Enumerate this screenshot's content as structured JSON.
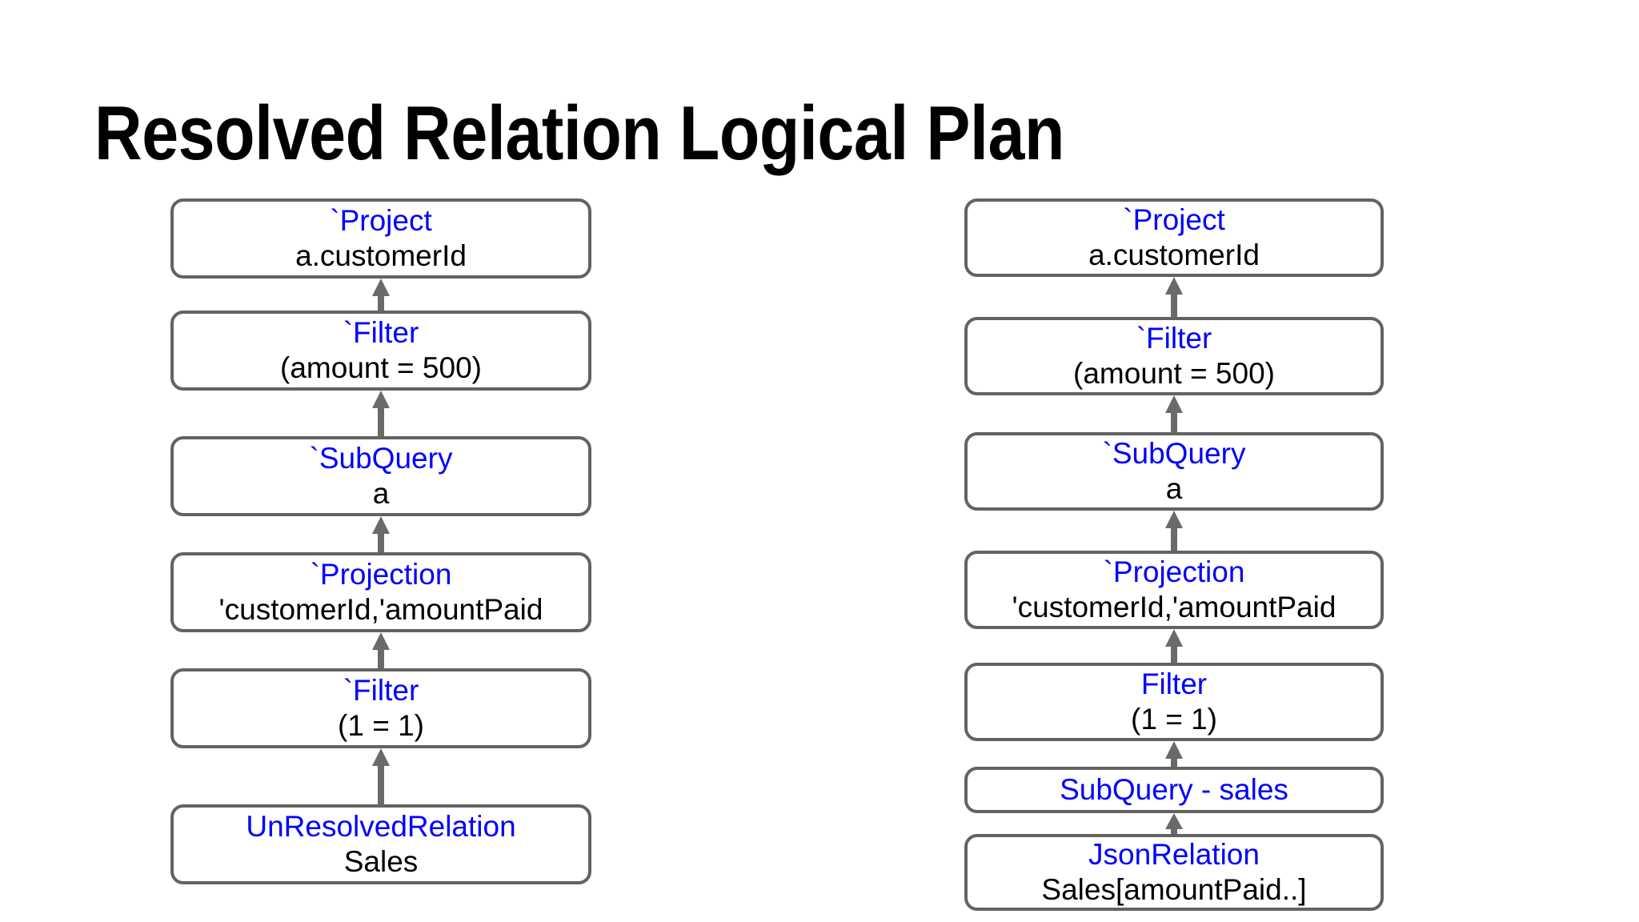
{
  "slide": {
    "title": "Resolved Relation Logical Plan",
    "background_color": "#ffffff"
  },
  "theme": {
    "node_border_color": "#636363",
    "node_name_color": "#0000ff",
    "node_detail_color": "#000000",
    "arrow_color": "#6a6a6a",
    "title_color": "#000000"
  },
  "diagram": {
    "type": "tree",
    "direction": "bottom-up",
    "arrow_icon": "arrow-up-icon",
    "columns": [
      {
        "id": "left",
        "name": "unresolved-plan-column",
        "nodes": [
          {
            "name": "`Project",
            "detail": "a.customerId"
          },
          {
            "name": "`Filter",
            "detail": "(amount = 500)"
          },
          {
            "name": "`SubQuery",
            "detail": "a"
          },
          {
            "name": "`Projection",
            "detail": "'customerId,'amountPaid"
          },
          {
            "name": "`Filter",
            "detail": "(1 = 1)"
          },
          {
            "name": "UnResolvedRelation",
            "detail": "Sales"
          }
        ]
      },
      {
        "id": "right",
        "name": "resolved-plan-column",
        "nodes": [
          {
            "name": "`Project",
            "detail": "a.customerId"
          },
          {
            "name": "`Filter",
            "detail": "(amount = 500)"
          },
          {
            "name": "`SubQuery",
            "detail": "a"
          },
          {
            "name": "`Projection",
            "detail": "'customerId,'amountPaid"
          },
          {
            "name": "Filter",
            "detail": "(1 = 1)"
          },
          {
            "name": "SubQuery - sales",
            "detail": ""
          },
          {
            "name": "JsonRelation",
            "detail": "Sales[amountPaid..]"
          }
        ]
      }
    ]
  }
}
